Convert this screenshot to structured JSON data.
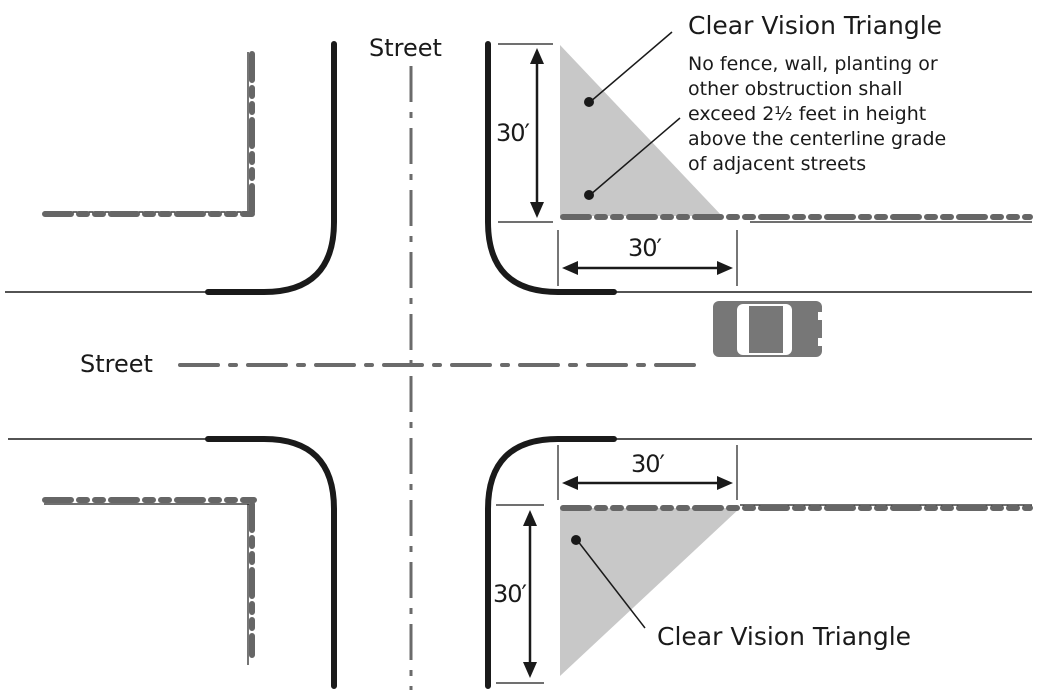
{
  "diagram": {
    "title": "Clear Vision Triangle intersection diagram",
    "labels": {
      "street_vertical": "Street",
      "street_horizontal": "Street",
      "triangle_top_title": "Clear Vision Triangle",
      "triangle_bottom_title": "Clear Vision Triangle",
      "note_lines": [
        "No fence, wall, planting or",
        "other obstruction shall",
        "exceed 2½ feet in height",
        "above the centerline grade",
        "of adjacent streets"
      ]
    },
    "dimensions": {
      "top_vertical": "30′",
      "top_horizontal": "30′",
      "bottom_horizontal": "30′",
      "bottom_vertical": "30′"
    },
    "icons": {
      "vehicle": "car-icon"
    },
    "colors": {
      "curb": "#1a1a1a",
      "property_line": "#666666",
      "centerline": "#6b6b6b",
      "triangle_fill": "#c8c8c8",
      "car_body": "#777777"
    }
  }
}
